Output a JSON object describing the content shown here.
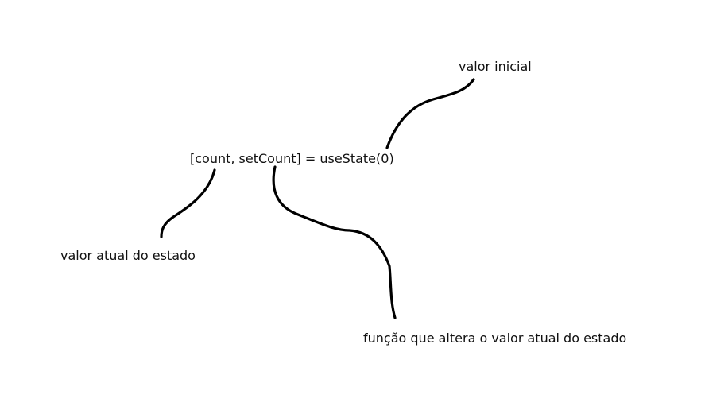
{
  "diagram": {
    "expression": "[count, setCount] = useState(0)",
    "annotations": {
      "initial_value": "valor inicial",
      "current_value": "valor atual do estado",
      "setter": "função que altera o valor atual do estado"
    }
  }
}
